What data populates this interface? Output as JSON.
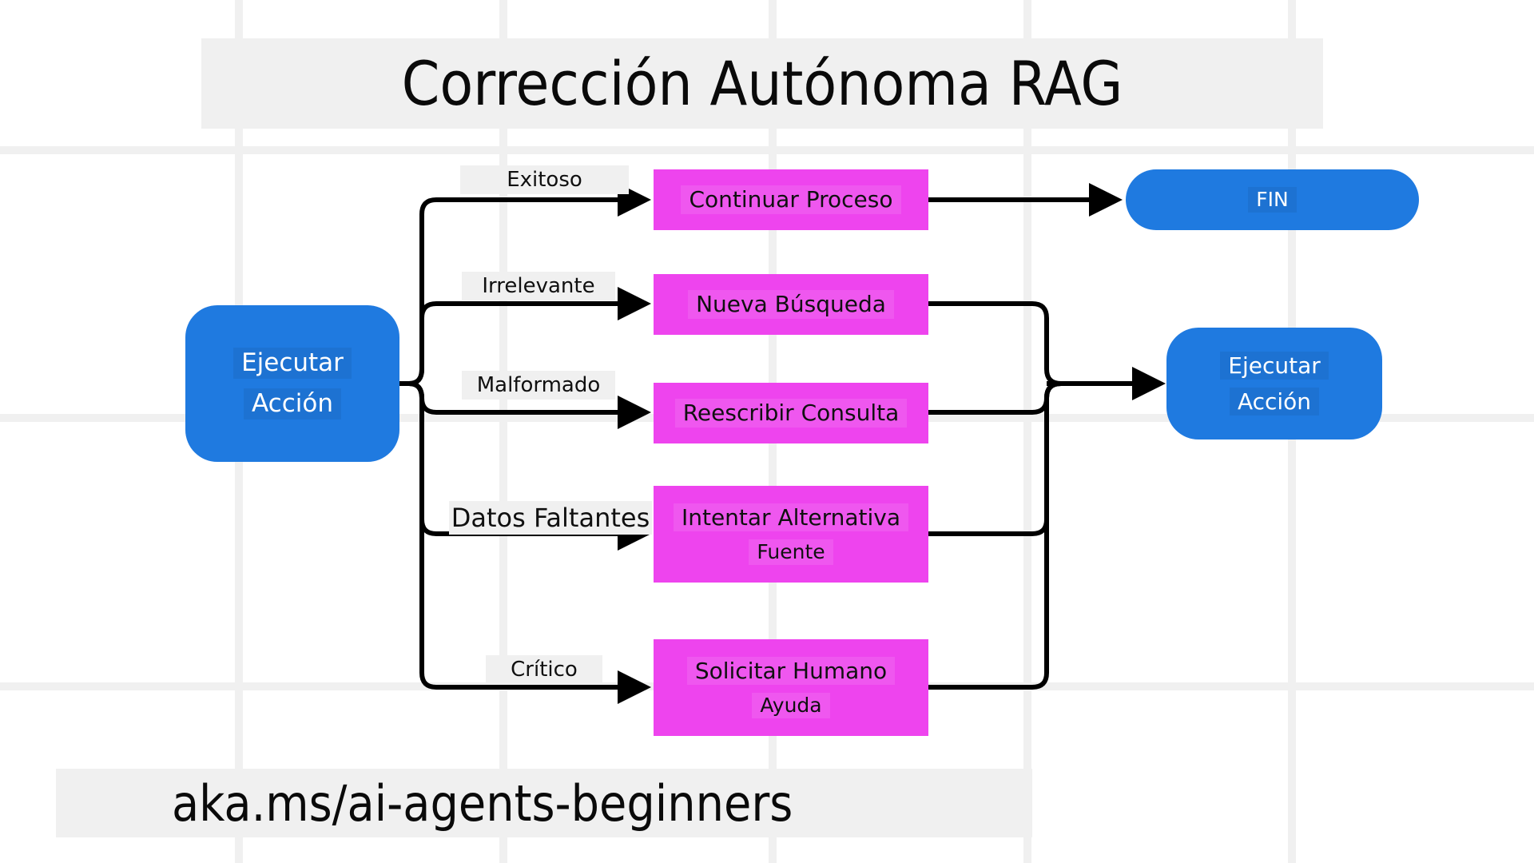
{
  "page": {
    "title": "Corrección Autónoma RAG",
    "footer": "aka.ms/ai-agents-beginners",
    "background": "#ffffff",
    "grid_color": "#f0f0f0",
    "band_color": "#f0f0f0"
  },
  "colors": {
    "node_blue": "#1f7ae0",
    "node_magenta": "#ee44ee",
    "edge_stroke": "#000000",
    "text_light": "#ffffff",
    "text_dark": "#101010"
  },
  "nodes": {
    "start": {
      "line1": "Ejecutar",
      "line2": "Acción",
      "shape": "rounded-rect",
      "color": "#1f7ae0"
    },
    "end": {
      "label": "FIN",
      "shape": "pill",
      "color": "#1f7ae0"
    },
    "retry": {
      "line1": "Ejecutar",
      "line2": "Acción",
      "shape": "rounded-rect",
      "color": "#1f7ae0"
    },
    "actions": [
      {
        "id": "continuar-proceso",
        "line1": "Continuar Proceso",
        "line2": "",
        "color": "#ee44ee"
      },
      {
        "id": "nueva-busqueda",
        "line1": "Nueva Búsqueda",
        "line2": "",
        "color": "#ee44ee"
      },
      {
        "id": "reescribir-consulta",
        "line1": "Reescribir Consulta",
        "line2": "",
        "color": "#ee44ee"
      },
      {
        "id": "intentar-alternativa-fuente",
        "line1": "Intentar Alternativa",
        "line2": "Fuente",
        "color": "#ee44ee"
      },
      {
        "id": "solicitar-humano-ayuda",
        "line1": "Solicitar Humano",
        "line2": "Ayuda",
        "color": "#ee44ee"
      }
    ]
  },
  "edge_labels": [
    {
      "id": "exitoso",
      "text": "Exitoso"
    },
    {
      "id": "irrelevante",
      "text": "Irrelevante"
    },
    {
      "id": "malformado",
      "text": "Malformado"
    },
    {
      "id": "datos-faltantes",
      "text": "Datos Faltantes"
    },
    {
      "id": "critico",
      "text": "Crítico"
    }
  ]
}
